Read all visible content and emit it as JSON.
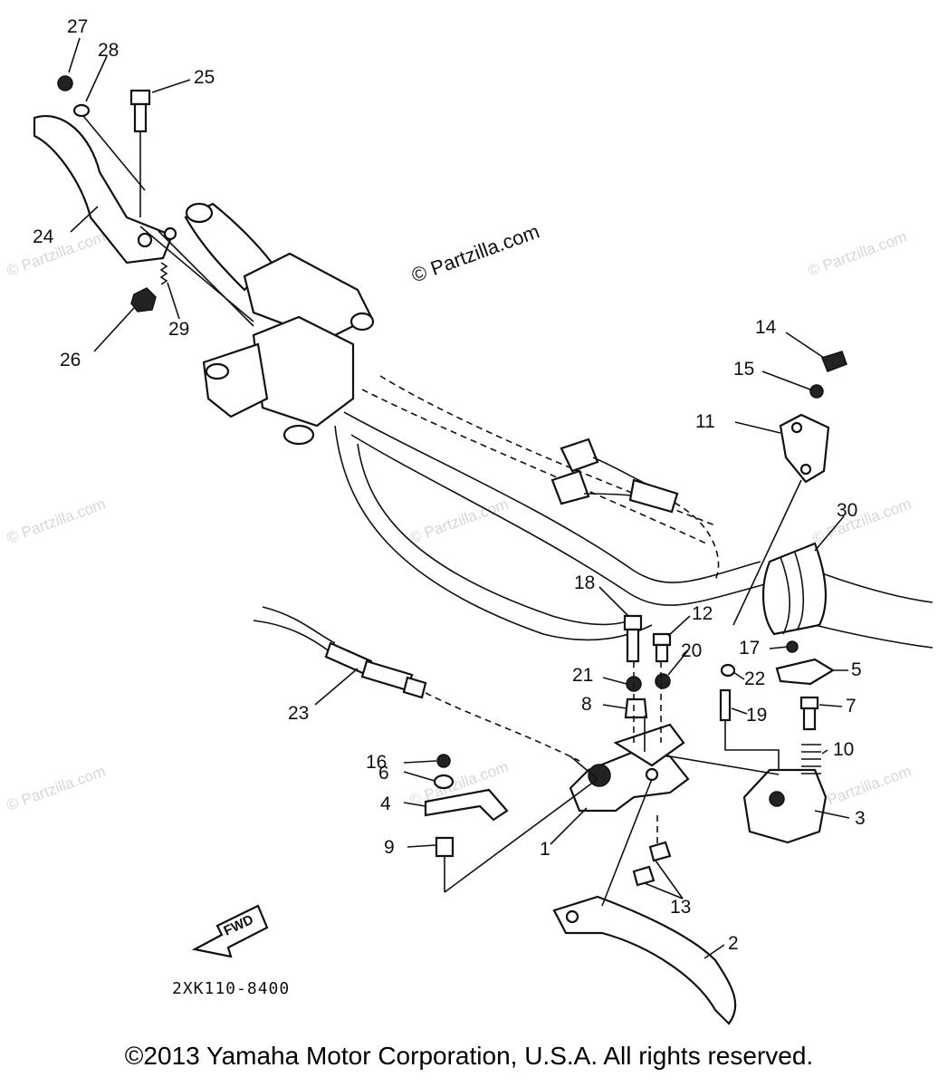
{
  "watermark": {
    "center": "© Partzilla.com",
    "tiles": "© Partzilla.com"
  },
  "diagram_code": "2XK110-8400",
  "fwd_label": "FWD",
  "copyright": "©2013 Yamaha Motor Corporation, U.S.A. All rights reserved.",
  "callouts": {
    "n1": "1",
    "n2": "2",
    "n3": "3",
    "n4": "4",
    "n5": "5",
    "n6": "6",
    "n7": "7",
    "n8": "8",
    "n9": "9",
    "n10": "10",
    "n11": "11",
    "n12": "12",
    "n13": "13",
    "n14": "14",
    "n15": "15",
    "n16": "16",
    "n17": "17",
    "n18": "18",
    "n19": "19",
    "n20": "20",
    "n21": "21",
    "n22": "22",
    "n23": "23",
    "n24": "24",
    "n25": "25",
    "n26": "26",
    "n27": "27",
    "n28": "28",
    "n29": "29",
    "n30": "30"
  }
}
